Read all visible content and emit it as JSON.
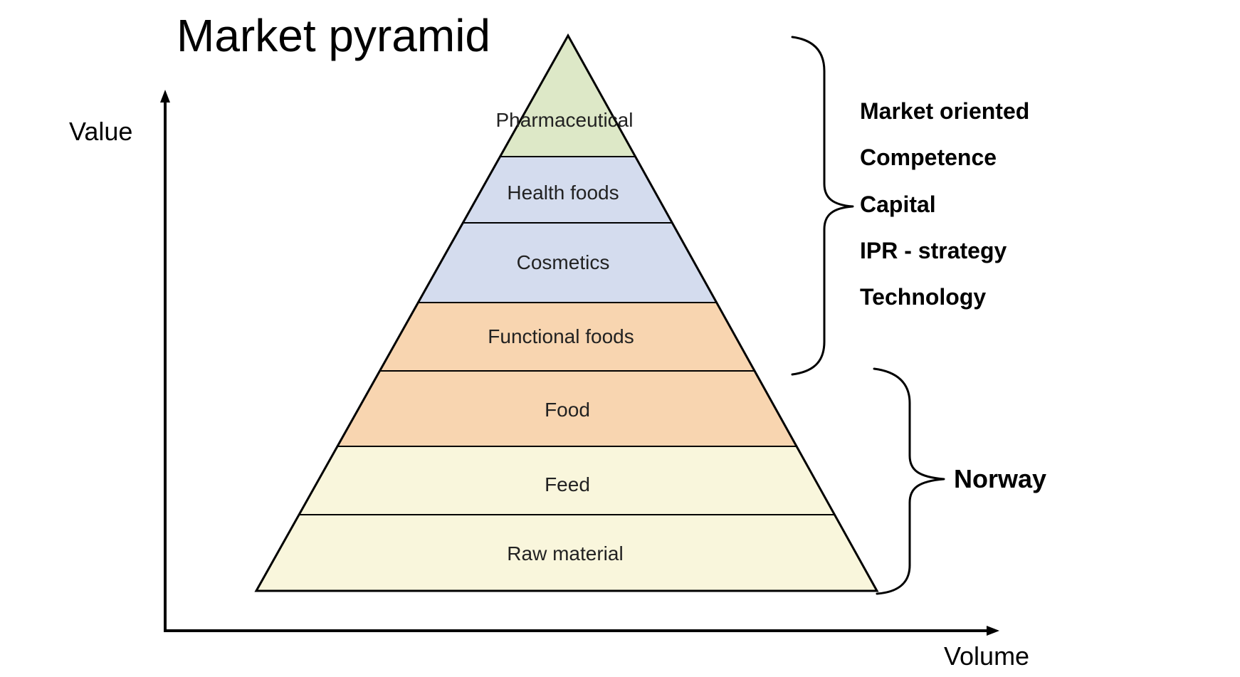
{
  "title": "Market pyramid",
  "axes": {
    "y_label": "Value",
    "x_label": "Volume"
  },
  "tiers": [
    {
      "label": "Pharmaceutical",
      "color": "#dde8c7"
    },
    {
      "label": "Health foods",
      "color": "#d4dcee"
    },
    {
      "label": "Cosmetics",
      "color": "#d4dcee"
    },
    {
      "label": "Functional foods",
      "color": "#f8d5b0"
    },
    {
      "label": "Food",
      "color": "#f8d5b0"
    },
    {
      "label": "Feed",
      "color": "#f9f6dc"
    },
    {
      "label": "Raw material",
      "color": "#f9f6dc"
    }
  ],
  "upper_requirements": [
    "Market oriented",
    "Competence",
    "Capital",
    "IPR - strategy",
    "Technology"
  ],
  "lower_label": "Norway"
}
